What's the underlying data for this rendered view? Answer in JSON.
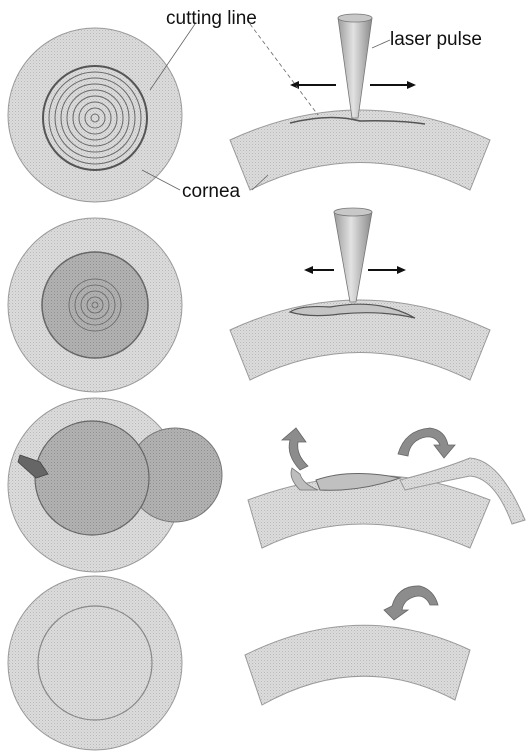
{
  "labels": {
    "cutting_line": "cutting line",
    "laser_pulse": "laser pulse",
    "cornea": "cornea"
  },
  "colors": {
    "tissue_fill": "#d6d6d6",
    "tissue_edge": "#9a9a9a",
    "flap_fill": "#b4b4b4",
    "laser_cone": "#bdbdbd",
    "arrow": "#111111",
    "rotate_arrow": "#8c8c8c"
  },
  "icons": {
    "laser": "laser-cone-icon",
    "move": "double-arrow-icon",
    "lift": "curved-arrow-icon"
  }
}
